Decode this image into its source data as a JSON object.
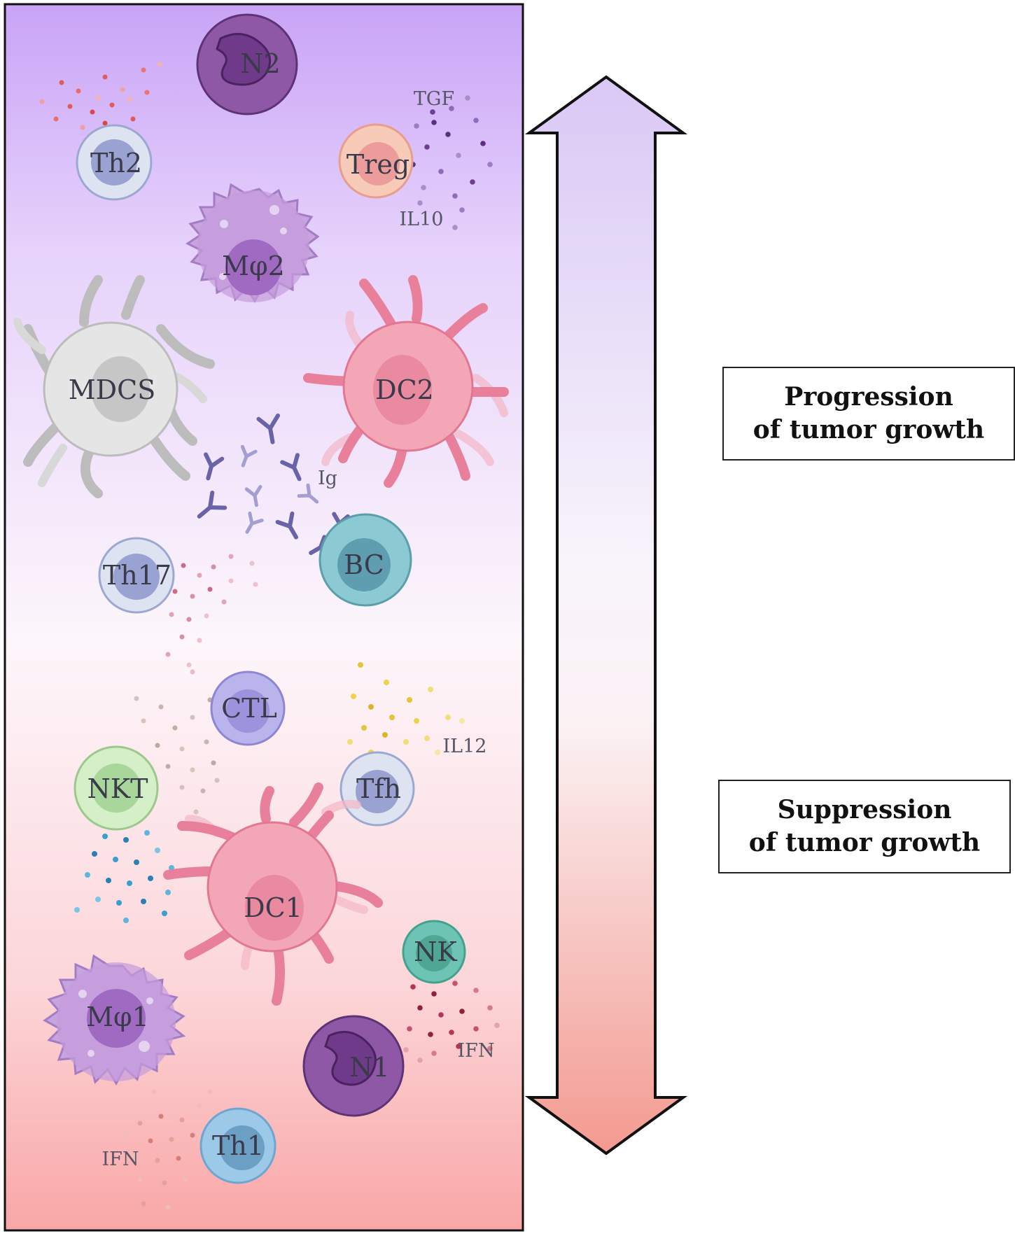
{
  "cells": {
    "n2": "N2",
    "th2": "Th2",
    "treg": "Treg",
    "mphi2": "Mφ2",
    "mdcs": "MDCS",
    "dc2": "DC2",
    "th17": "Th17",
    "bc": "BC",
    "ctl": "CTL",
    "nkt": "NKT",
    "tfh": "Tfh",
    "dc1": "DC1",
    "nk": "NK",
    "mphi1": "Mφ1",
    "n1": "N1",
    "th1": "Th1"
  },
  "cytokines": {
    "tgf": "TGF",
    "il10": "IL10",
    "ig": "Ig",
    "il12": "IL12",
    "ifn_right": "IFN",
    "ifn_left": "IFN"
  },
  "arrow": {
    "top_label": [
      "Progression",
      "of tumor growth"
    ],
    "bottom_label": [
      "Suppression",
      "of tumor growth"
    ]
  },
  "colors": {
    "panel_top": "#c9a4f7",
    "panel_mid": "#fdf6fb",
    "panel_bottom": "#f9a6a6",
    "arrow_top": "#d9c8f5",
    "arrow_bottom": "#f39a90"
  }
}
